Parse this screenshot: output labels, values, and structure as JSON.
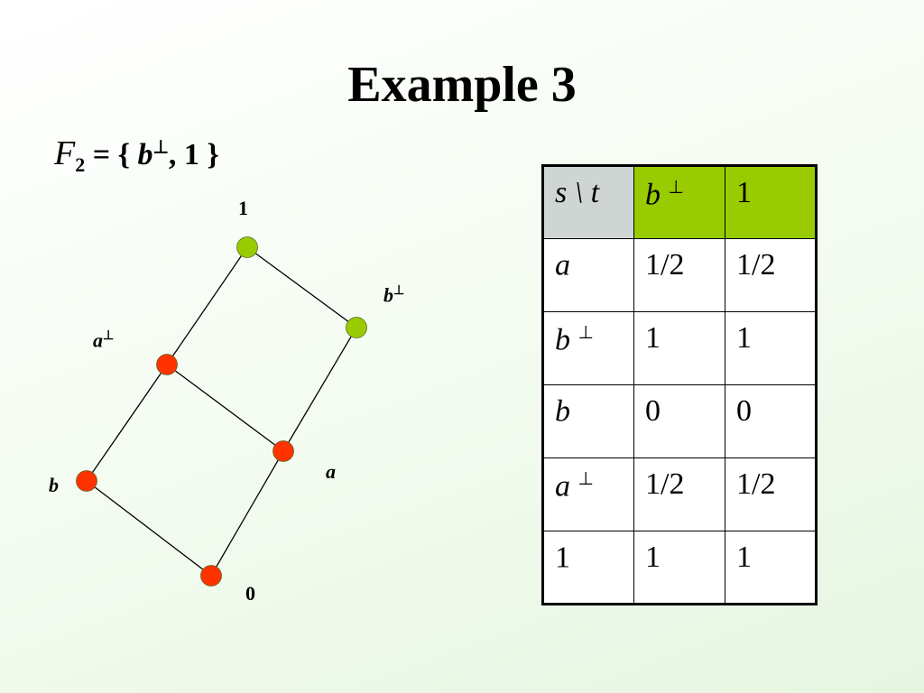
{
  "slide": {
    "title": "Example 3",
    "formula": {
      "symbol": "F",
      "subscript": "2",
      "set_left": "= { ",
      "elem1": "b",
      "perp": "⊥",
      "set_right": ", 1 }"
    }
  },
  "lattice": {
    "nodes": [
      {
        "id": "one",
        "label": "1",
        "color": "#99cc00"
      },
      {
        "id": "bperp",
        "label": "b",
        "sup": "⊥",
        "color": "#99cc00"
      },
      {
        "id": "aperp",
        "label": "a",
        "sup": "⊥",
        "color": "#ff3300"
      },
      {
        "id": "a",
        "label": "a",
        "color": "#ff3300"
      },
      {
        "id": "b",
        "label": "b",
        "color": "#ff3300"
      },
      {
        "id": "zero",
        "label": "0",
        "color": "#ff3300"
      }
    ],
    "edges": [
      [
        "one",
        "bperp"
      ],
      [
        "one",
        "aperp"
      ],
      [
        "aperp",
        "a"
      ],
      [
        "aperp",
        "b"
      ],
      [
        "bperp",
        "a"
      ],
      [
        "b",
        "zero"
      ],
      [
        "a",
        "zero"
      ]
    ]
  },
  "table": {
    "header": {
      "corner": "s \\ t",
      "col1": "b",
      "col1_sup": "⊥",
      "col2": "1"
    },
    "rows": [
      {
        "label": "a",
        "sup": "",
        "v1": "1/2",
        "v2": "1/2"
      },
      {
        "label": "b",
        "sup": "⊥",
        "v1": "1",
        "v2": "1"
      },
      {
        "label": "b",
        "sup": "",
        "v1": "0",
        "v2": "0"
      },
      {
        "label": "a",
        "sup": "⊥",
        "v1": "1/2",
        "v2": "1/2"
      },
      {
        "label": "1",
        "sup": "",
        "v1": "1",
        "v2": "1"
      }
    ],
    "colors": {
      "corner": "#cfd5d3",
      "highlight": "#99cc00"
    }
  }
}
